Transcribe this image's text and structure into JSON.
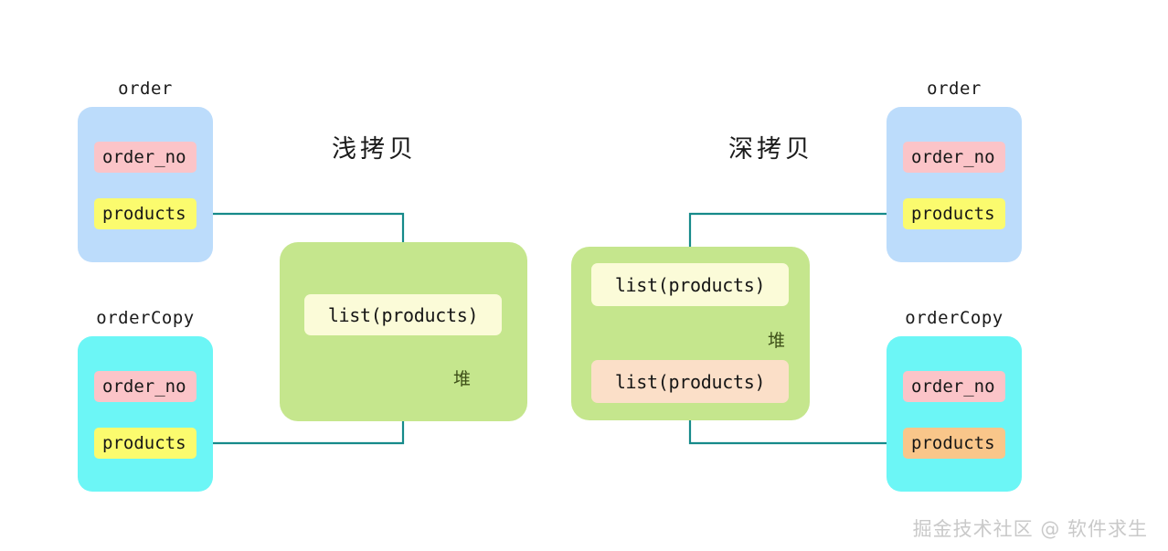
{
  "diagram": {
    "title_left": "浅拷贝",
    "title_right": "深拷贝",
    "watermark": "掘金技术社区 @ 软件求生",
    "heap_label": "堆",
    "colors": {
      "order_box": "#bcdcfb",
      "order_copy_box": "#6cf6f6",
      "field_order_no": "#fbc4c8",
      "field_products_shared": "#fbfb6e",
      "field_products_deep": "#f9c68a",
      "heap": "#c5e68d",
      "heap_item_cream": "#fbfbd8",
      "heap_item_peach": "#fbdfc8",
      "arrow": "#0c8f8f",
      "watermark": "#c9c9c9"
    }
  },
  "left": {
    "section_title": "浅拷贝",
    "order": {
      "label": "order",
      "fields": [
        {
          "name": "order_no",
          "text": "order_no",
          "color": "pink"
        },
        {
          "name": "products",
          "text": "products",
          "color": "yellow"
        }
      ]
    },
    "order_copy": {
      "label": "orderCopy",
      "fields": [
        {
          "name": "order_no",
          "text": "order_no",
          "color": "pink"
        },
        {
          "name": "products",
          "text": "products",
          "color": "yellow"
        }
      ]
    },
    "heap": {
      "label": "堆",
      "items": [
        {
          "text": "list(products)",
          "color": "cream"
        }
      ]
    }
  },
  "right": {
    "section_title": "深拷贝",
    "order": {
      "label": "order",
      "fields": [
        {
          "name": "order_no",
          "text": "order_no",
          "color": "pink"
        },
        {
          "name": "products",
          "text": "products",
          "color": "yellow"
        }
      ]
    },
    "order_copy": {
      "label": "orderCopy",
      "fields": [
        {
          "name": "order_no",
          "text": "order_no",
          "color": "pink"
        },
        {
          "name": "products",
          "text": "products",
          "color": "orange"
        }
      ]
    },
    "heap": {
      "label": "堆",
      "items": [
        {
          "text": "list(products)",
          "color": "cream"
        },
        {
          "text": "list(products)",
          "color": "peach"
        }
      ]
    }
  }
}
